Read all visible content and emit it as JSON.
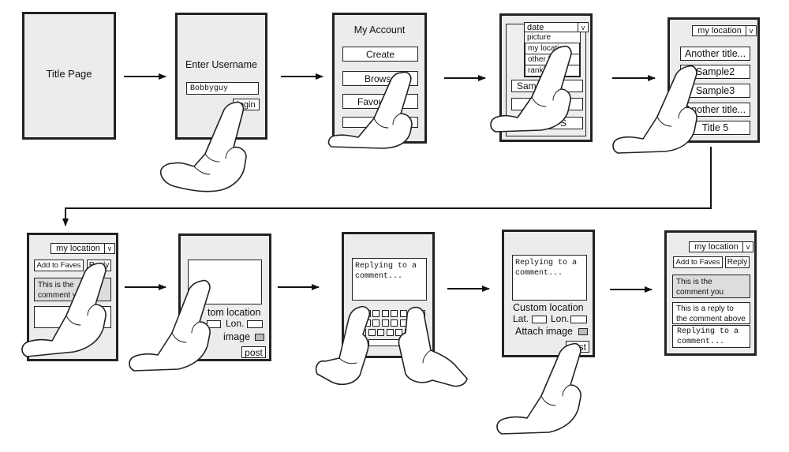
{
  "title_page": {
    "label": "Title Page"
  },
  "login": {
    "prompt": "Enter Username",
    "username_value": "Bobbyguy",
    "login_button": "login"
  },
  "account": {
    "heading": "My Account",
    "items": [
      "Create",
      "Browse",
      "Favou"
    ]
  },
  "sort_menu": {
    "options": [
      "date",
      "picture",
      "my location",
      "other loc",
      "ranking"
    ],
    "behind_items": [
      "Sam",
      "S"
    ]
  },
  "results": {
    "dropdown": "my location",
    "items": [
      "Another title...",
      "Sample2",
      "Sample3",
      "Another title...",
      "Title 5"
    ]
  },
  "comment_view": {
    "dropdown": "my location",
    "add_button": "Add to Faves",
    "reply_button": "Reply",
    "comment_text": "This is the comment you clicked on"
  },
  "compose": {
    "custom_location": "tom location",
    "lon_label": "Lon.",
    "attach_label": "image",
    "post_button": "post"
  },
  "typing": {
    "reply_text": "Replying to a comment..."
  },
  "compose_filled": {
    "reply_text": "Replying to a comment...",
    "custom_location": "Custom location",
    "lat_label": "Lat.",
    "lon_label": "Lon.",
    "attach_label": "Attach image",
    "post_button": "ost"
  },
  "final": {
    "dropdown": "my location",
    "add_button": "Add to Faves",
    "reply_button": "Reply",
    "comment_text": "This is the comment you clicked on",
    "reply_comment": "This is a reply to the comment above",
    "new_reply": "Replying to a comment..."
  },
  "dropdown_arrow": "v"
}
